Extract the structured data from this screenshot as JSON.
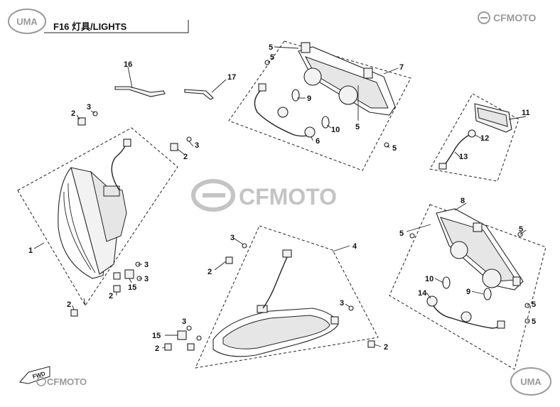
{
  "header": {
    "title": "F16 灯具/LIGHTS",
    "brand_left": "UMA",
    "brand_right": "CFMOTO"
  },
  "watermark": {
    "text": "CFMOTO"
  },
  "footer": {
    "fwd_label": "FWD",
    "brand_left": "CFMOTO",
    "brand_right": "UMA"
  },
  "callouts": {
    "c1": "1",
    "c2": "2",
    "c2b": "2",
    "c2c": "2",
    "c2d": "2",
    "c2e": "2",
    "c2f": "2",
    "c2g": "2",
    "c3": "3",
    "c3b": "3",
    "c3c": "3",
    "c3d": "3",
    "c3e": "3",
    "c3f": "3",
    "c3g": "3",
    "c4": "4",
    "c5a": "5",
    "c5b": "5",
    "c5c": "5",
    "c5d": "5",
    "c5e": "5",
    "c5f": "5",
    "c5g": "5",
    "c5h": "5",
    "c6": "6",
    "c7": "7",
    "c8": "8",
    "c9a": "9",
    "c9b": "9",
    "c10a": "10",
    "c10b": "10",
    "c11": "11",
    "c12": "12",
    "c13": "13",
    "c14": "14",
    "c15a": "15",
    "c15b": "15",
    "c16": "16",
    "c17": "17"
  },
  "colors": {
    "ink": "#222222",
    "watermark": "#bdbdbd",
    "logo": "#9a9a9a"
  }
}
